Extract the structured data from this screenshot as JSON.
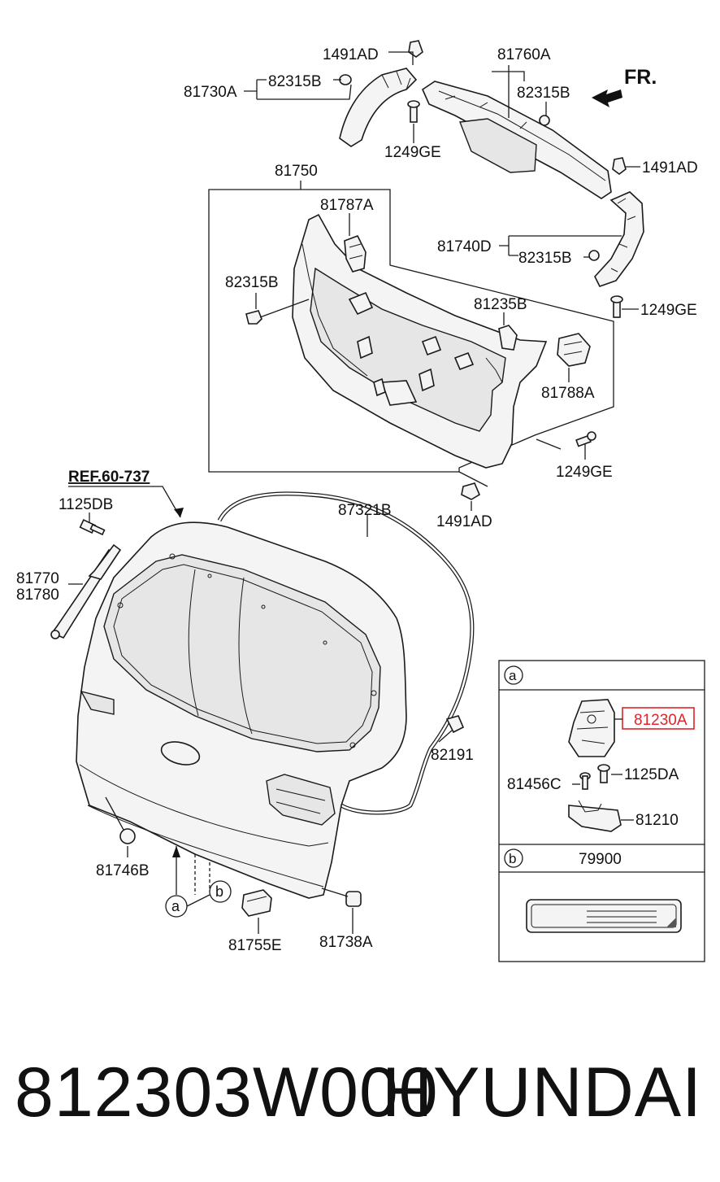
{
  "labels": {
    "l_1491AD_top": "1491AD",
    "l_81760A": "81760A",
    "l_fr": "FR.",
    "l_81730A": "81730A",
    "l_82315B_a": "82315B",
    "l_82315B_b": "82315B",
    "l_1249GE_a": "1249GE",
    "l_1491AD_right": "1491AD",
    "l_81750": "81750",
    "l_81787A": "81787A",
    "l_81740D": "81740D",
    "l_82315B_c": "82315B",
    "l_82315B_d": "82315B",
    "l_1249GE_b": "1249GE",
    "l_81235B": "81235B",
    "l_81788A": "81788A",
    "l_1249GE_c": "1249GE",
    "l_ref": "REF.60-737",
    "l_1491AD_bottom": "1491AD",
    "l_1125DB": "1125DB",
    "l_87321B": "87321B",
    "l_81770": "81770",
    "l_81780": "81780",
    "l_82191": "82191",
    "l_81746B": "81746B",
    "l_a_callout": "a",
    "l_b_callout": "b",
    "l_81755E": "81755E",
    "l_81738A": "81738A",
    "l_inset_a": "a",
    "l_81230A": "81230A",
    "l_81456C": "81456C",
    "l_1125DA": "1125DA",
    "l_81210": "81210",
    "l_inset_b": "b",
    "l_79900": "79900"
  },
  "footer": {
    "part_number": "812303W000",
    "brand": "HYUNDAI"
  },
  "colors": {
    "highlight": "#e0242b",
    "ink": "#111111"
  }
}
